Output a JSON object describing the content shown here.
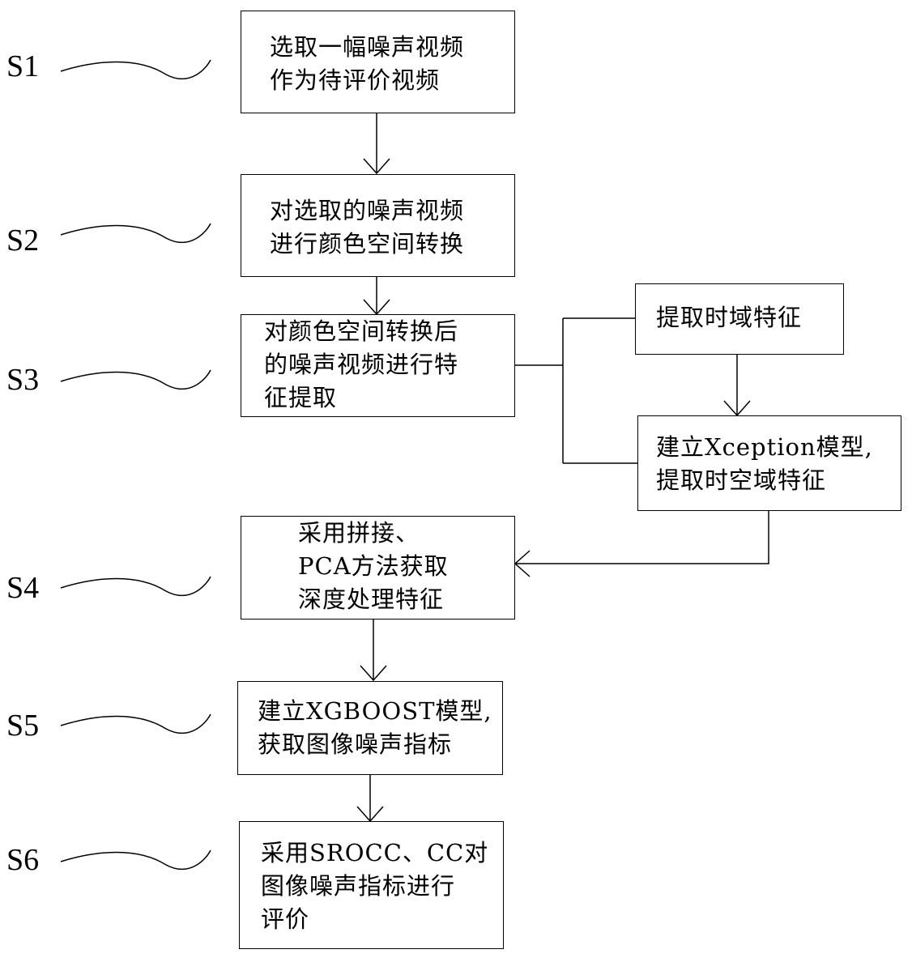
{
  "steps": [
    {
      "id": "S1",
      "label": "S1",
      "lines": [
        "选取一幅噪声视频",
        "作为待评价视频"
      ]
    },
    {
      "id": "S2",
      "label": "S2",
      "lines": [
        "对选取的噪声视频",
        "进行颜色空间转换"
      ]
    },
    {
      "id": "S3",
      "label": "S3",
      "lines": [
        "对颜色空间转换后",
        "的噪声视频进行特",
        "征提取"
      ]
    },
    {
      "id": "S4",
      "label": "S4",
      "lines": [
        "采用拼接、",
        "PCA方法获取",
        "深度处理特征"
      ]
    },
    {
      "id": "S5",
      "label": "S5",
      "lines": [
        "建立XGBOOST模型,",
        "获取图像噪声指标"
      ]
    },
    {
      "id": "S6",
      "label": "S6",
      "lines": [
        "采用SROCC、CC对",
        "图像噪声指标进行",
        "评价"
      ]
    }
  ],
  "side_boxes": {
    "temporal": {
      "lines": [
        "提取时域特征"
      ]
    },
    "xception": {
      "lines": [
        "建立Xception模型,",
        "提取时空域特征"
      ]
    }
  },
  "colors": {
    "stroke": "#000000",
    "background": "#ffffff"
  }
}
